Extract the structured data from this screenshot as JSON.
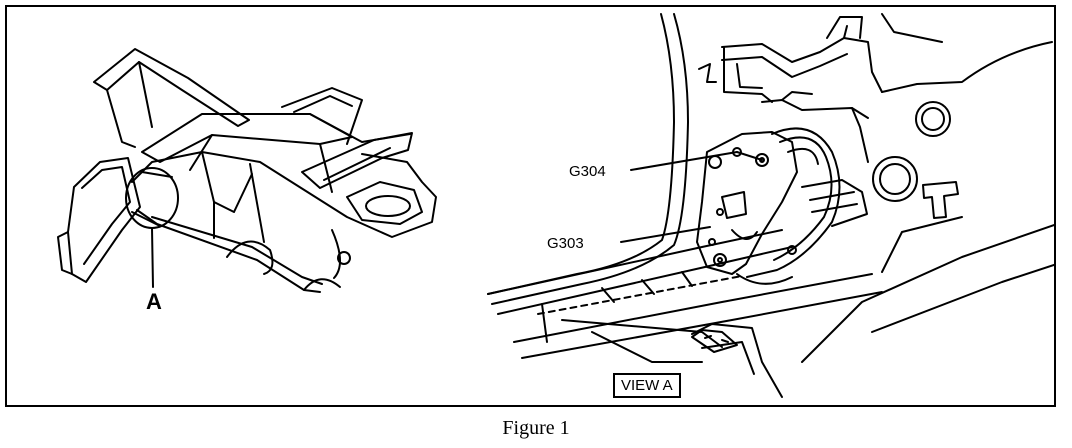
{
  "figure": {
    "callouts": {
      "detail_marker": "A",
      "ground_upper": "G304",
      "ground_lower": "G303",
      "view_label": "VIEW A"
    },
    "caption": "Figure 1",
    "line_color": "#000000",
    "background_color": "#ffffff",
    "icons": {
      "left": "car-body-open-doors-icon",
      "right": "ground-point-detail-icon"
    }
  }
}
